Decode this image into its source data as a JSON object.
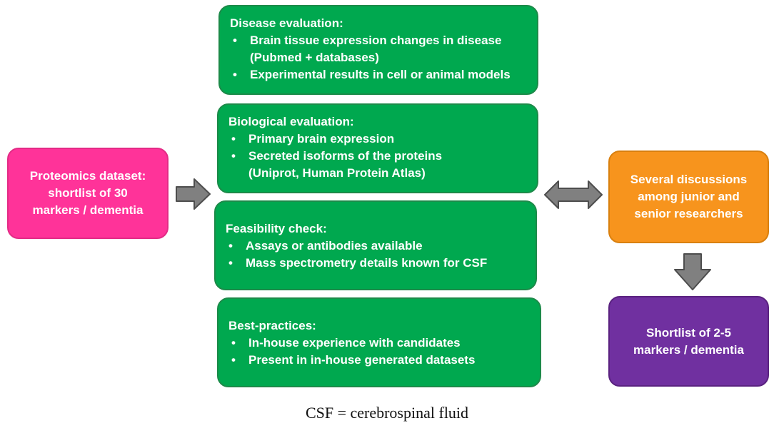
{
  "boxes": {
    "dataset": {
      "lines": [
        "Proteomics dataset:",
        "shortlist of 30",
        "markers / dementia"
      ],
      "color": "#ff3399"
    },
    "disease": {
      "title": "Disease evaluation:",
      "items": [
        [
          "Brain tissue expression changes in disease",
          "(Pubmed + databases)"
        ],
        [
          "Experimental results in cell or animal models"
        ]
      ],
      "color": "#00a84f"
    },
    "biological": {
      "title": "Biological evaluation:",
      "items": [
        [
          "Primary brain expression"
        ],
        [
          "Secreted isoforms of the proteins",
          "(Uniprot, Human Protein Atlas)"
        ]
      ],
      "color": "#00a84f"
    },
    "feasibility": {
      "title": "Feasibility check:",
      "items": [
        [
          "Assays or antibodies available"
        ],
        [
          "Mass spectrometry details known for CSF"
        ]
      ],
      "color": "#00a84f"
    },
    "bestpractices": {
      "title": "Best-practices:",
      "items": [
        [
          "In-house experience with candidates"
        ],
        [
          "Present in in-house generated datasets"
        ]
      ],
      "color": "#00a84f"
    },
    "discussions": {
      "lines": [
        "Several discussions",
        "among junior and",
        "senior researchers"
      ],
      "color": "#f7941d"
    },
    "shortlist": {
      "lines": [
        "Shortlist of 2-5",
        "markers / dementia"
      ],
      "color": "#7030a0"
    }
  },
  "caption": "CSF = cerebrospinal fluid",
  "arrows": {
    "right": "right-arrow-icon",
    "double": "double-arrow-icon",
    "down": "down-arrow-icon",
    "color": "#808080"
  }
}
